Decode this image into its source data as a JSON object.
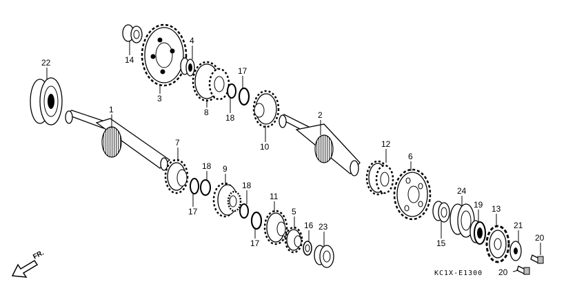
{
  "diagram": {
    "direction_label": "FR.",
    "drawing_code": "KC1X-E1300",
    "parts": [
      {
        "id": "p1",
        "label": "1"
      },
      {
        "id": "p2",
        "label": "2"
      },
      {
        "id": "p3",
        "label": "3"
      },
      {
        "id": "p4",
        "label": "4"
      },
      {
        "id": "p5",
        "label": "5"
      },
      {
        "id": "p6",
        "label": "6"
      },
      {
        "id": "p7",
        "label": "7"
      },
      {
        "id": "p8",
        "label": "8"
      },
      {
        "id": "p9",
        "label": "9"
      },
      {
        "id": "p10",
        "label": "10"
      },
      {
        "id": "p11",
        "label": "11"
      },
      {
        "id": "p12",
        "label": "12"
      },
      {
        "id": "p13",
        "label": "13"
      },
      {
        "id": "p14",
        "label": "14"
      },
      {
        "id": "p15",
        "label": "15"
      },
      {
        "id": "p16",
        "label": "16"
      },
      {
        "id": "p17a",
        "label": "17"
      },
      {
        "id": "p17b",
        "label": "17"
      },
      {
        "id": "p17c",
        "label": "17"
      },
      {
        "id": "p18a",
        "label": "18"
      },
      {
        "id": "p18b",
        "label": "18"
      },
      {
        "id": "p18c",
        "label": "18"
      },
      {
        "id": "p19",
        "label": "19"
      },
      {
        "id": "p20a",
        "label": "20"
      },
      {
        "id": "p20b",
        "label": "20"
      },
      {
        "id": "p21",
        "label": "21"
      },
      {
        "id": "p22",
        "label": "22"
      },
      {
        "id": "p23",
        "label": "23"
      },
      {
        "id": "p24",
        "label": "24"
      }
    ]
  }
}
